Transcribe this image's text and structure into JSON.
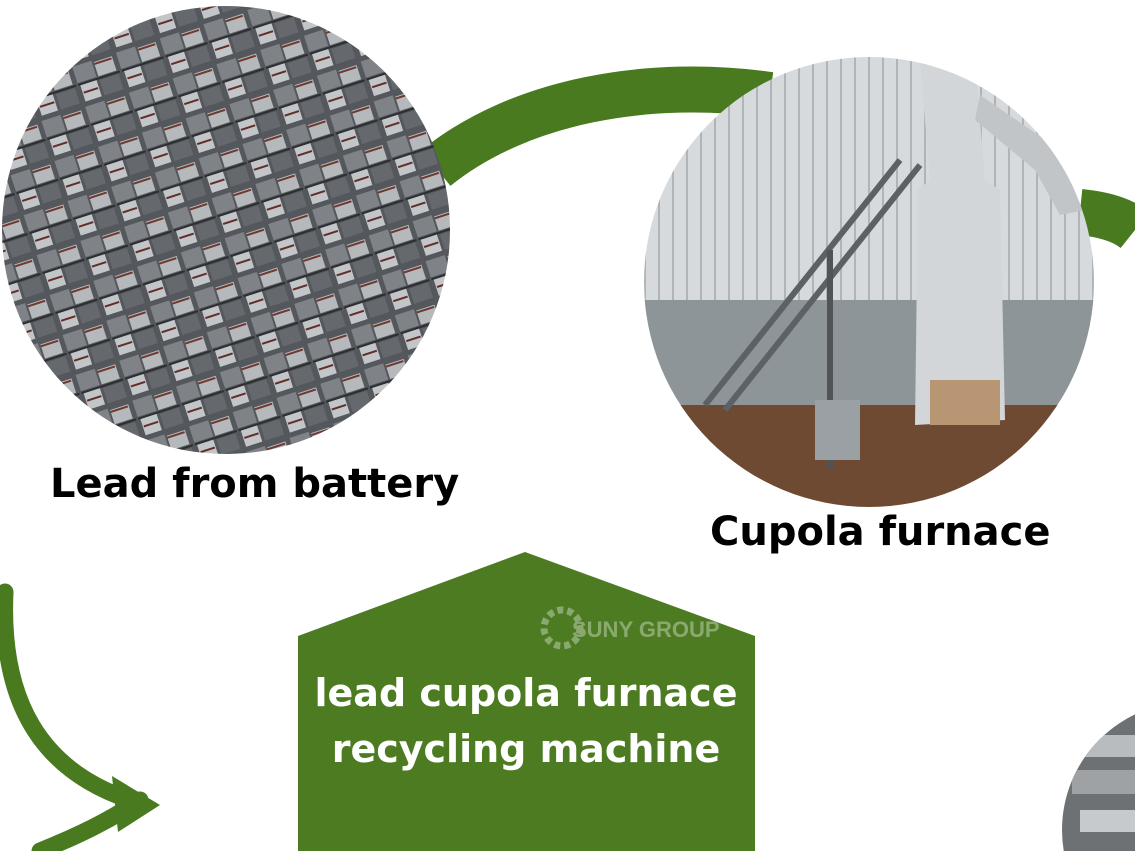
{
  "diagram": {
    "steps": [
      {
        "id": "lead",
        "label": "Lead from battery",
        "image": "lead-battery-photo"
      },
      {
        "id": "cupola",
        "label": "Cupola furnace",
        "image": "cupola-furnace-photo"
      }
    ],
    "center_box": {
      "lines": [
        "lead cupola furnace",
        "recycling machine"
      ],
      "shape": "hexagon"
    },
    "watermark": "SUNY GROUP",
    "colors": {
      "arrow_green": "#4a7a1f",
      "box_green": "#4c7b22",
      "caption_text": "#000000",
      "box_text": "#ffffff"
    }
  }
}
